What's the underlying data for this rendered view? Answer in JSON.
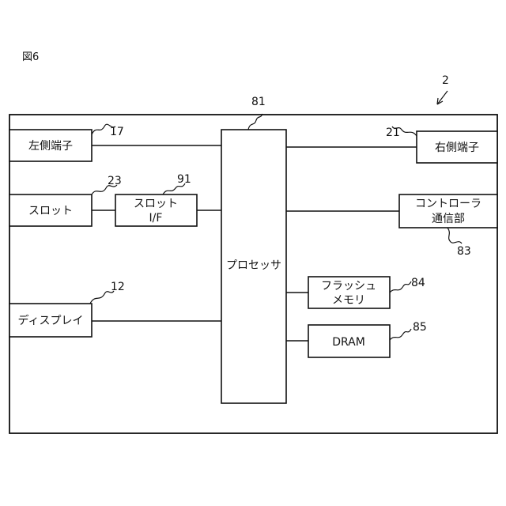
{
  "figure_label": "図6",
  "device_ref": "2",
  "blocks": {
    "left_terminal": {
      "label": "左側端子",
      "ref": "17"
    },
    "slot": {
      "label": "スロット",
      "ref": "23"
    },
    "slot_if": {
      "label_line1": "スロット",
      "label_line2": "I/F",
      "ref": "91"
    },
    "display": {
      "label": "ディスプレイ",
      "ref": "12"
    },
    "processor": {
      "label": "プロセッサ",
      "ref": "81"
    },
    "right_terminal": {
      "label": "右側端子",
      "ref": "21"
    },
    "controller_comm": {
      "label_line1": "コントローラ",
      "label_line2": "通信部",
      "ref": "83"
    },
    "flash_memory": {
      "label_line1": "フラッシュ",
      "label_line2": "メモリ",
      "ref": "84"
    },
    "dram": {
      "label": "DRAM",
      "ref": "85"
    }
  }
}
